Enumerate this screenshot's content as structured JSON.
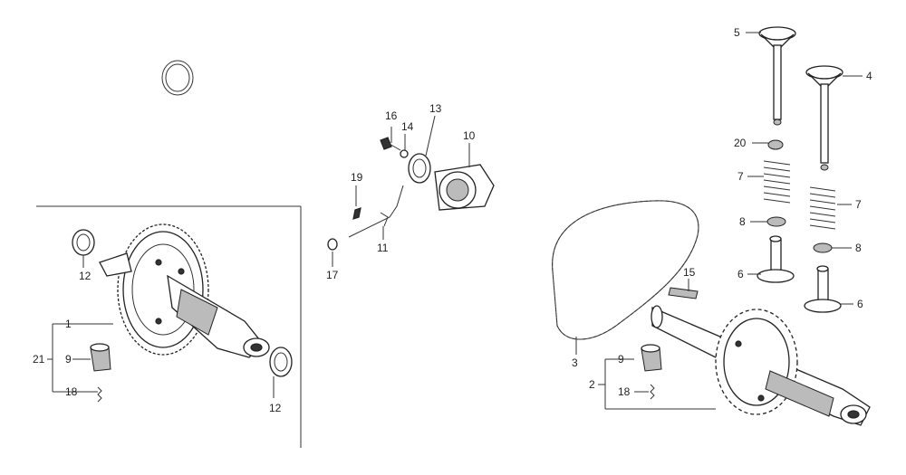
{
  "callouts": {
    "l1": "1",
    "l2": "2",
    "l3": "3",
    "l4": "4",
    "l5": "5",
    "l6a": "6",
    "l6b": "6",
    "l7a": "7",
    "l7b": "7",
    "l8a": "8",
    "l8b": "8",
    "l9a": "9",
    "l9b": "9",
    "l10": "10",
    "l11": "11",
    "l12a": "12",
    "l12b": "12",
    "l13": "13",
    "l14": "14",
    "l15": "15",
    "l16": "16",
    "l17": "17",
    "l18a": "18",
    "l18b": "18",
    "l19": "19",
    "l20": "20",
    "l21": "21"
  }
}
